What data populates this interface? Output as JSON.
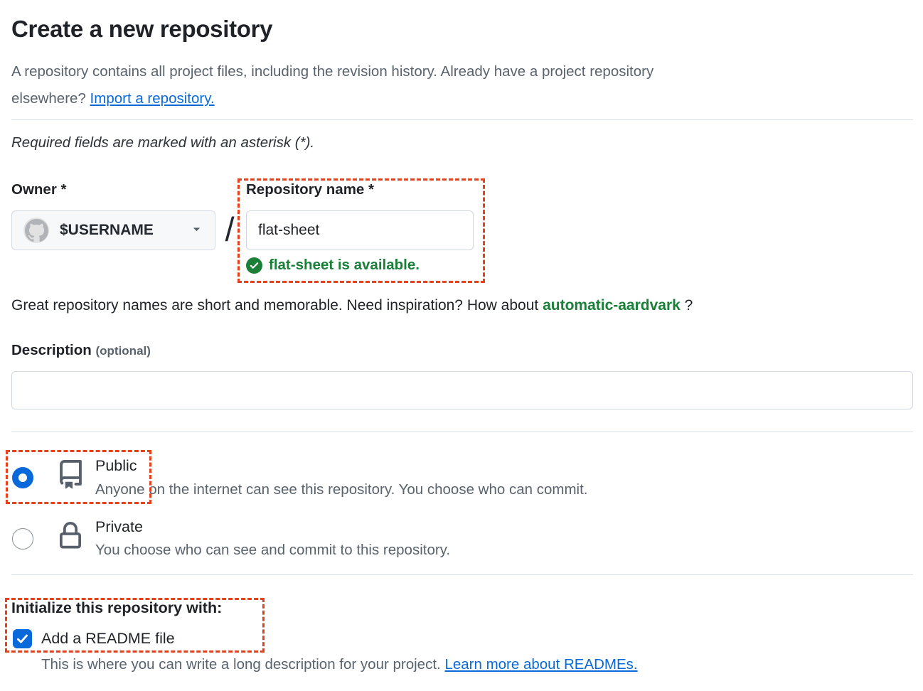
{
  "header": {
    "title": "Create a new repository",
    "intro_line1": "A repository contains all project files, including the revision history. Already have a project repository",
    "intro_line2_prefix": "elsewhere? ",
    "intro_link": "Import a repository.",
    "required_note": "Required fields are marked with an asterisk (*)."
  },
  "owner": {
    "label": "Owner *",
    "value": "$USERNAME",
    "avatar_icon": "github-octocat-mark",
    "caret_icon": "triangle-down"
  },
  "separator": "/",
  "repository": {
    "label": "Repository name *",
    "value": "flat-sheet",
    "availability_icon": "check-circle",
    "availability_message": "flat-sheet is available."
  },
  "suggestion": {
    "prefix": "Great repository names are short and memorable. Need inspiration? How about ",
    "name": "automatic-aardvark",
    "suffix": " ?"
  },
  "description": {
    "label": "Description",
    "optional": "(optional)",
    "value": ""
  },
  "visibility": {
    "public": {
      "label": "Public",
      "description": "Anyone on the internet can see this repository. You choose who can commit.",
      "selected": true,
      "icon": "repo-book"
    },
    "private": {
      "label": "Private",
      "description": "You choose who can see and commit to this repository.",
      "selected": false,
      "icon": "lock"
    }
  },
  "initialize": {
    "heading": "Initialize this repository with:",
    "readme_label": "Add a README file",
    "readme_checked": true,
    "help_text": "This is where you can write a long description for your project. ",
    "help_link": "Learn more about READMEs."
  },
  "annotations": {
    "color": "#e5411c",
    "boxes": [
      "repository-name-field",
      "public-option",
      "initialize-with-readme"
    ]
  },
  "colors": {
    "accent_blue": "#0969da",
    "success_green": "#1a7f37",
    "text_default": "#1f2328",
    "text_muted": "#59636e"
  }
}
